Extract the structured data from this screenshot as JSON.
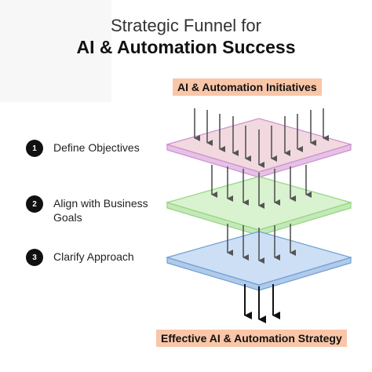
{
  "title": {
    "line1": "Strategic Funnel for",
    "line2": "AI & Automation Success"
  },
  "input_label": "AI & Automation Initiatives",
  "output_label": "Effective AI & Automation Strategy",
  "steps": [
    {
      "number": "1",
      "label": "Define Objectives"
    },
    {
      "number": "2",
      "label": "Align with Business Goals"
    },
    {
      "number": "3",
      "label": "Clarify Approach"
    }
  ],
  "layers": [
    {
      "fill": "#f1d9df",
      "stroke": "#cf8fcf"
    },
    {
      "fill": "#d9f2cf",
      "stroke": "#93d67f"
    },
    {
      "fill": "#cddff5",
      "stroke": "#6f9fd6"
    }
  ],
  "colors": {
    "label_bg": "#f9c6a8",
    "arrow": "#555555",
    "final_arrow": "#111111"
  }
}
